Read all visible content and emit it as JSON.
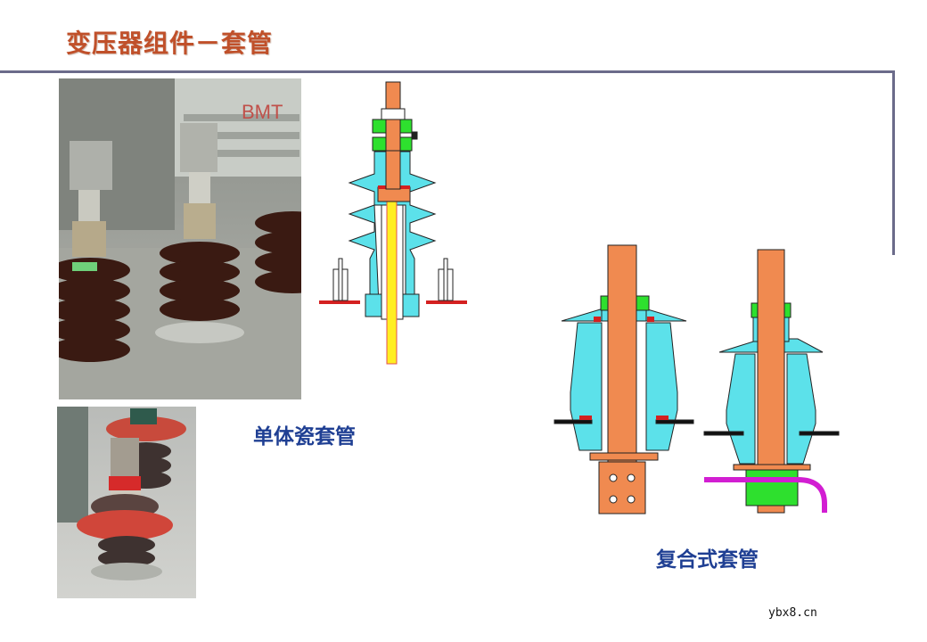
{
  "page": {
    "title": "变压器组件－套管"
  },
  "figures": {
    "photo_top": {
      "description": "transformer-porcelain-bushings-photo",
      "visible_text": "BMT"
    },
    "photo_bottom": {
      "description": "composite-bushing-photo"
    },
    "single_bushing_diagram": {
      "description": "single-porcelain-bushing-cross-section"
    },
    "composite_bushing_diagrams": [
      {
        "description": "composite-bushing-with-flat-terminal"
      },
      {
        "description": "composite-bushing-with-lead-wire"
      }
    ]
  },
  "labels": {
    "single_bushing": "单体瓷套管",
    "composite_bushing": "复合式套管"
  },
  "watermark": "ybx8.cn",
  "colors": {
    "title": "#c0502a",
    "label": "#1f3f93",
    "frame": "#6b6b8a",
    "porcelain_cyan": "#5ce1ea",
    "conductor_orange": "#f08a50",
    "nut_green": "#2ee02e",
    "gasket_red": "#d42020",
    "rod_yellow": "#ffee22",
    "lead_magenta": "#d21ed2"
  }
}
